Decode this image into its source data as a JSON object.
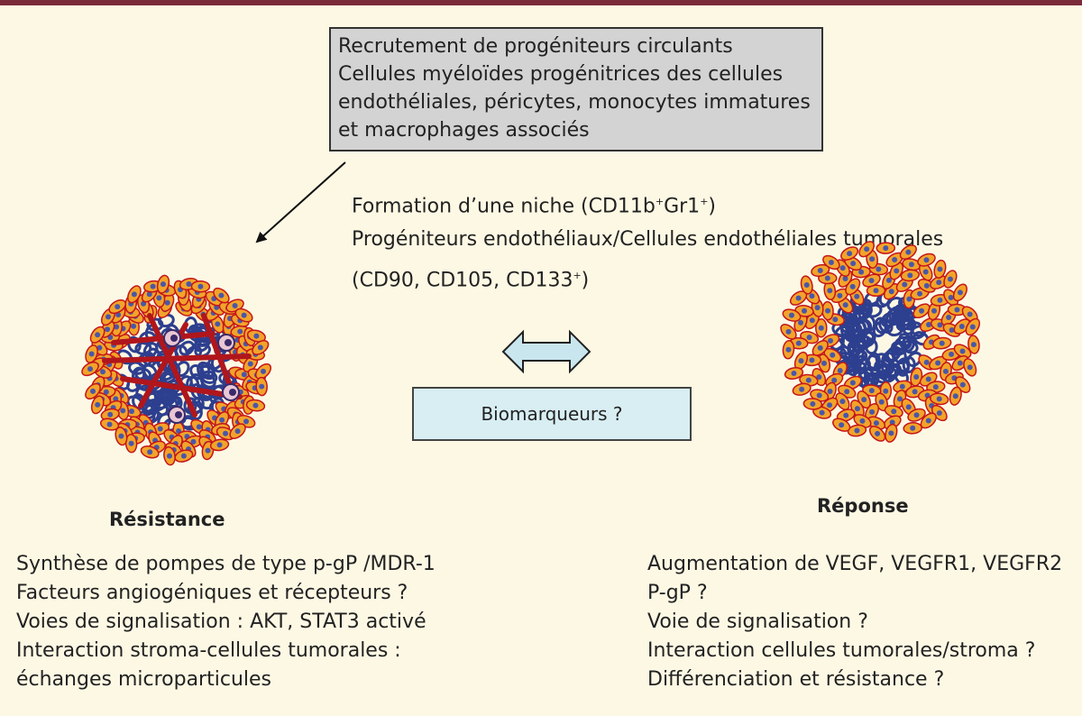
{
  "top_box": {
    "lines": [
      "Recrutement de progéniteurs circulants",
      "Cellules myéloïdes progénitrices des cellules",
      "endothéliales, péricytes, monocytes immatures",
      "et macrophages associés"
    ]
  },
  "niche": {
    "line1_prefix": "Formation d’une niche (CD11b",
    "line1_sup1": "+",
    "line1_mid": "Gr1",
    "line1_sup2": "+",
    "line1_suffix": ")",
    "line2": "Progéniteurs endothéliaux/Cellules endothéliales tumorales",
    "line3_prefix": "(CD90, CD105, CD133",
    "line3_sup": "+",
    "line3_suffix": ")"
  },
  "biomarker_label": "Biomarqueurs ?",
  "resistance": {
    "heading": "Résistance",
    "items": [
      "Synthèse de pompes de type p-gP /MDR-1",
      "Facteurs angiogéniques et récepteurs ?",
      "Voies de signalisation : AKT, STAT3 activé",
      "Interaction stroma-cellules tumorales :",
      "échanges microparticules"
    ]
  },
  "response": {
    "heading": "Réponse",
    "items": [
      "Augmentation de VEGF, VEGFR1, VEGFR2",
      "P-gP ?",
      "Voie de signalisation ?",
      "Interaction cellules tumorales/stroma ?",
      "Différenciation et résistance ?"
    ]
  },
  "colors": {
    "top_bar": "#7b2a3a",
    "top_box_fill": "#d3d3d3",
    "biomarker_fill": "#d8eef3",
    "arrow_fill": "#c9e6ee",
    "cell_orange": "#f2a32a",
    "cell_outline": "#c4151a",
    "nucleus_blue": "#4a57a8",
    "core_blue": "#2d3f8f",
    "vessel_red": "#b0161c"
  }
}
